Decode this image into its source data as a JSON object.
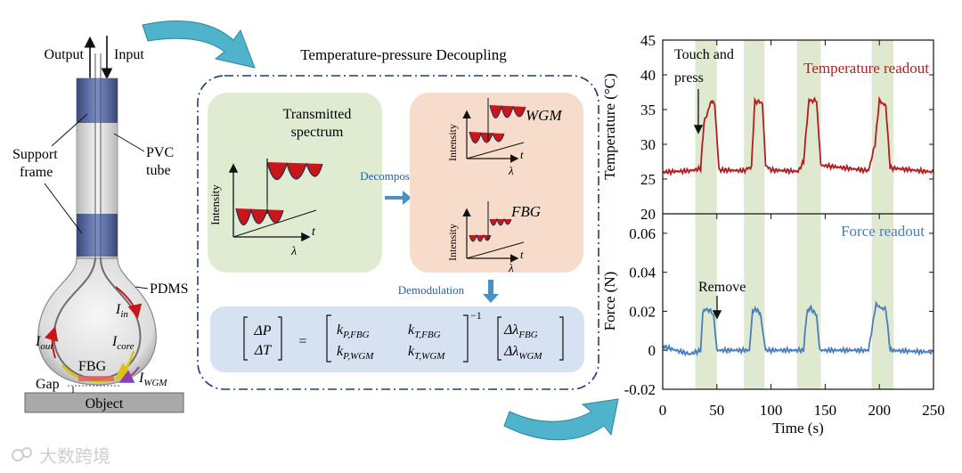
{
  "sensor": {
    "output_label": "Output",
    "input_label": "Input",
    "support_label_1": "Support",
    "support_label_2": "frame",
    "pvc_label_1": "PVC",
    "pvc_label_2": "tube",
    "pdms_label": "PDMS",
    "i_in": "I",
    "i_in_sub": "in",
    "i_out": "I",
    "i_out_sub": "out",
    "i_core": "I",
    "i_core_sub": "core",
    "i_wgm": "I",
    "i_wgm_sub": "WGM",
    "fbg_label": "FBG",
    "gap_label": "Gap",
    "object_label": "Object"
  },
  "decoupling": {
    "title": "Temperature-pressure Decoupling",
    "transmitted_1": "Transmitted",
    "transmitted_2": "spectrum",
    "intensity": "Intensity",
    "lambda": "λ",
    "t": "t",
    "decomposition": "Decomposition",
    "wgm_label": "WGM",
    "fbg_label": "FBG",
    "demodulation": "Demodulation",
    "eq_lhs_top": "ΔP",
    "eq_lhs_bot": "ΔT",
    "eq_equals": "=",
    "eq_m11": "k",
    "eq_m11_sub": "P,FBG",
    "eq_m12": "k",
    "eq_m12_sub": "T,FBG",
    "eq_m21": "k",
    "eq_m21_sub": "P,WGM",
    "eq_m22": "k",
    "eq_m22_sub": "T,WGM",
    "eq_inverse": "−1",
    "eq_rhs_top": "Δλ",
    "eq_rhs_top_sub": "FBG",
    "eq_rhs_bot": "Δλ",
    "eq_rhs_bot_sub": "WGM"
  },
  "colors": {
    "green_panel": "#dfecd2",
    "orange_panel": "#f8dccb",
    "blue_panel": "#d6e1f1",
    "red_fill": "#c8161b",
    "temp_line": "#b11e22",
    "force_line": "#4a7ebb",
    "highlight": "#dfe9cf",
    "arrow_blue": "#4a90c2",
    "cyan_arrow": "#4fb3cc"
  },
  "chart_data": [
    {
      "type": "line",
      "title": "",
      "series_label": "Temperature readout",
      "annotation": "Touch and press",
      "annotation_1": "Touch and",
      "annotation_2": "press",
      "ylabel": "Temperature (°C)",
      "ylim": [
        20,
        45
      ],
      "yticks": [
        "20",
        "25",
        "30",
        "35",
        "40",
        "45"
      ],
      "x": [
        0,
        25,
        35,
        38,
        45,
        48,
        52,
        75,
        82,
        85,
        92,
        95,
        100,
        125,
        130,
        135,
        142,
        146,
        190,
        196,
        200,
        206,
        210,
        250
      ],
      "y": [
        26,
        26.2,
        26.5,
        33,
        36.3,
        35.8,
        26.3,
        26.2,
        26.8,
        36.2,
        36,
        27,
        26.3,
        26.1,
        27.5,
        36.3,
        36.3,
        27,
        26.2,
        30,
        36.3,
        35.5,
        26.6,
        26
      ],
      "highlight_ranges": [
        [
          30,
          50
        ],
        [
          75,
          94
        ],
        [
          124,
          146
        ],
        [
          193,
          213
        ]
      ]
    },
    {
      "type": "line",
      "title": "",
      "series_label": "Force readout",
      "annotation": "Remove",
      "xlabel": "Time (s)",
      "ylabel": "Force (N)",
      "ylim": [
        -0.02,
        0.07
      ],
      "yticks": [
        "-0.02",
        "0",
        "0.02",
        "0.04",
        "0.06"
      ],
      "xlim": [
        0,
        250
      ],
      "xticks": [
        "0",
        "50",
        "100",
        "150",
        "200",
        "250"
      ],
      "x": [
        0,
        25,
        35,
        37,
        40,
        45,
        47,
        50,
        80,
        83,
        86,
        90,
        95,
        130,
        133,
        136,
        142,
        145,
        190,
        197,
        200,
        206,
        210,
        250
      ],
      "y": [
        0.002,
        -0.002,
        0,
        0.02,
        0.021,
        0.02,
        0.018,
        0,
        0,
        0.02,
        0.021,
        0.019,
        0,
        0,
        0.019,
        0.022,
        0.018,
        0,
        0,
        0.024,
        0.022,
        0.021,
        0,
        -0.001
      ],
      "highlight_ranges": [
        [
          30,
          50
        ],
        [
          75,
          94
        ],
        [
          124,
          146
        ],
        [
          193,
          213
        ]
      ]
    }
  ],
  "watermark": "大数跨境"
}
